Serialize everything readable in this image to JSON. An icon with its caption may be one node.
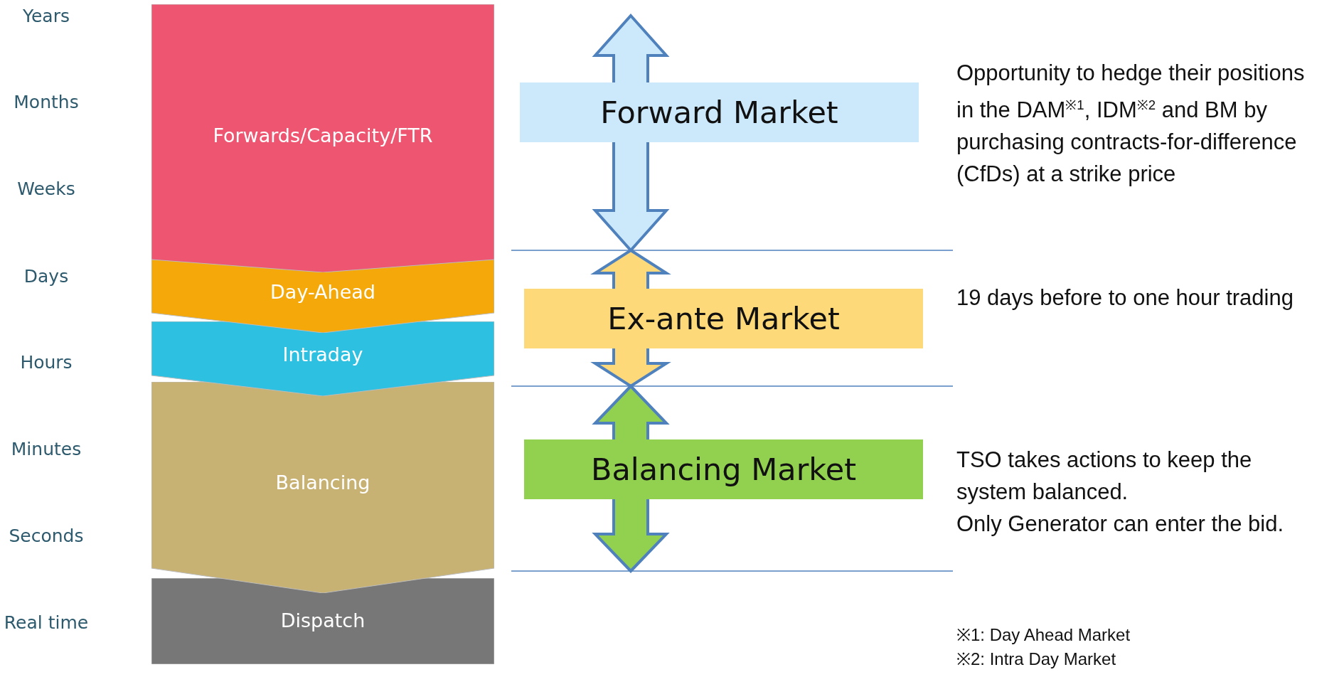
{
  "diagram": {
    "nodes": [
      {
        "text": [
          "Forwards/Capacity/FTR"
        ]
      },
      {
        "text": [
          "Day-Ahead"
        ]
      },
      {
        "text": [
          "Intraday"
        ]
      },
      {
        "text": [
          "Balancing"
        ]
      },
      {
        "text": [
          "Dispatch"
        ]
      },
      {
        "text": [
          "Forward Market"
        ],
        "beside": [
          "Opportunity to hedge their positions in the DAM$^{※1}$, IDM$^{※2}$ and BM by purchasing contracts-for-difference (CfDs) at a strike price"
        ]
      },
      {
        "text": [
          "Ex-ante Market"
        ],
        "beside": [
          "19 days before to one hour trading"
        ]
      },
      {
        "text": [
          "Balancing Market"
        ],
        "beside": [
          "TSO takes actions to keep the system balanced.",
          "Only Generator can enter the bid."
        ]
      }
    ],
    "edges": [],
    "labels": [
      "Years",
      "Months",
      "Weeks",
      "Days",
      "Hours",
      "Minutes",
      "Seconds",
      "Real time",
      "※1: Day Ahead Market",
      "※2: Intra Day Market"
    ]
  }
}
